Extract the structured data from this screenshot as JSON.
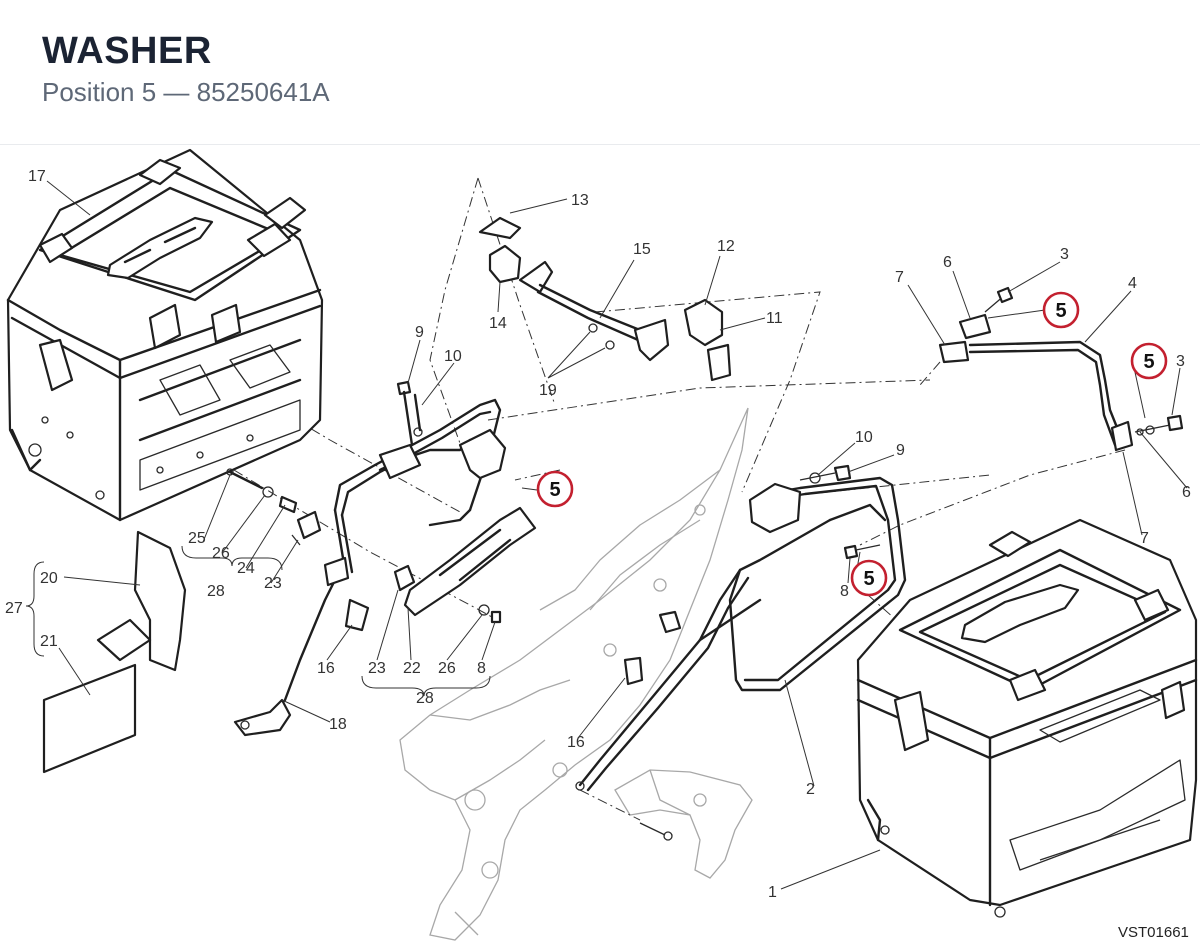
{
  "header": {
    "title": "WASHER",
    "subtitle": "Position 5 — 85250641A"
  },
  "diagram": {
    "highlight_label": "5",
    "part_labels": {
      "p1": "1",
      "p2": "2",
      "p3a": "3",
      "p3b": "3",
      "p4": "4",
      "p5a": "5",
      "p5b": "5",
      "p5c": "5",
      "p5d": "5",
      "p6a": "6",
      "p6b": "6",
      "p7a": "7",
      "p7b": "7",
      "p8a": "8",
      "p8b": "8",
      "p9a": "9",
      "p9b": "9",
      "p10a": "10",
      "p10b": "10",
      "p11": "11",
      "p12": "12",
      "p13": "13",
      "p14": "14",
      "p15": "15",
      "p16a": "16",
      "p16b": "16",
      "p17": "17",
      "p18": "18",
      "p19": "19",
      "p20": "20",
      "p21": "21",
      "p22": "22",
      "p23a": "23",
      "p23b": "23",
      "p24": "24",
      "p25": "25",
      "p26a": "26",
      "p26b": "26",
      "p27": "27",
      "p28a": "28",
      "p28b": "28"
    },
    "drawing_code": "VST01661"
  }
}
